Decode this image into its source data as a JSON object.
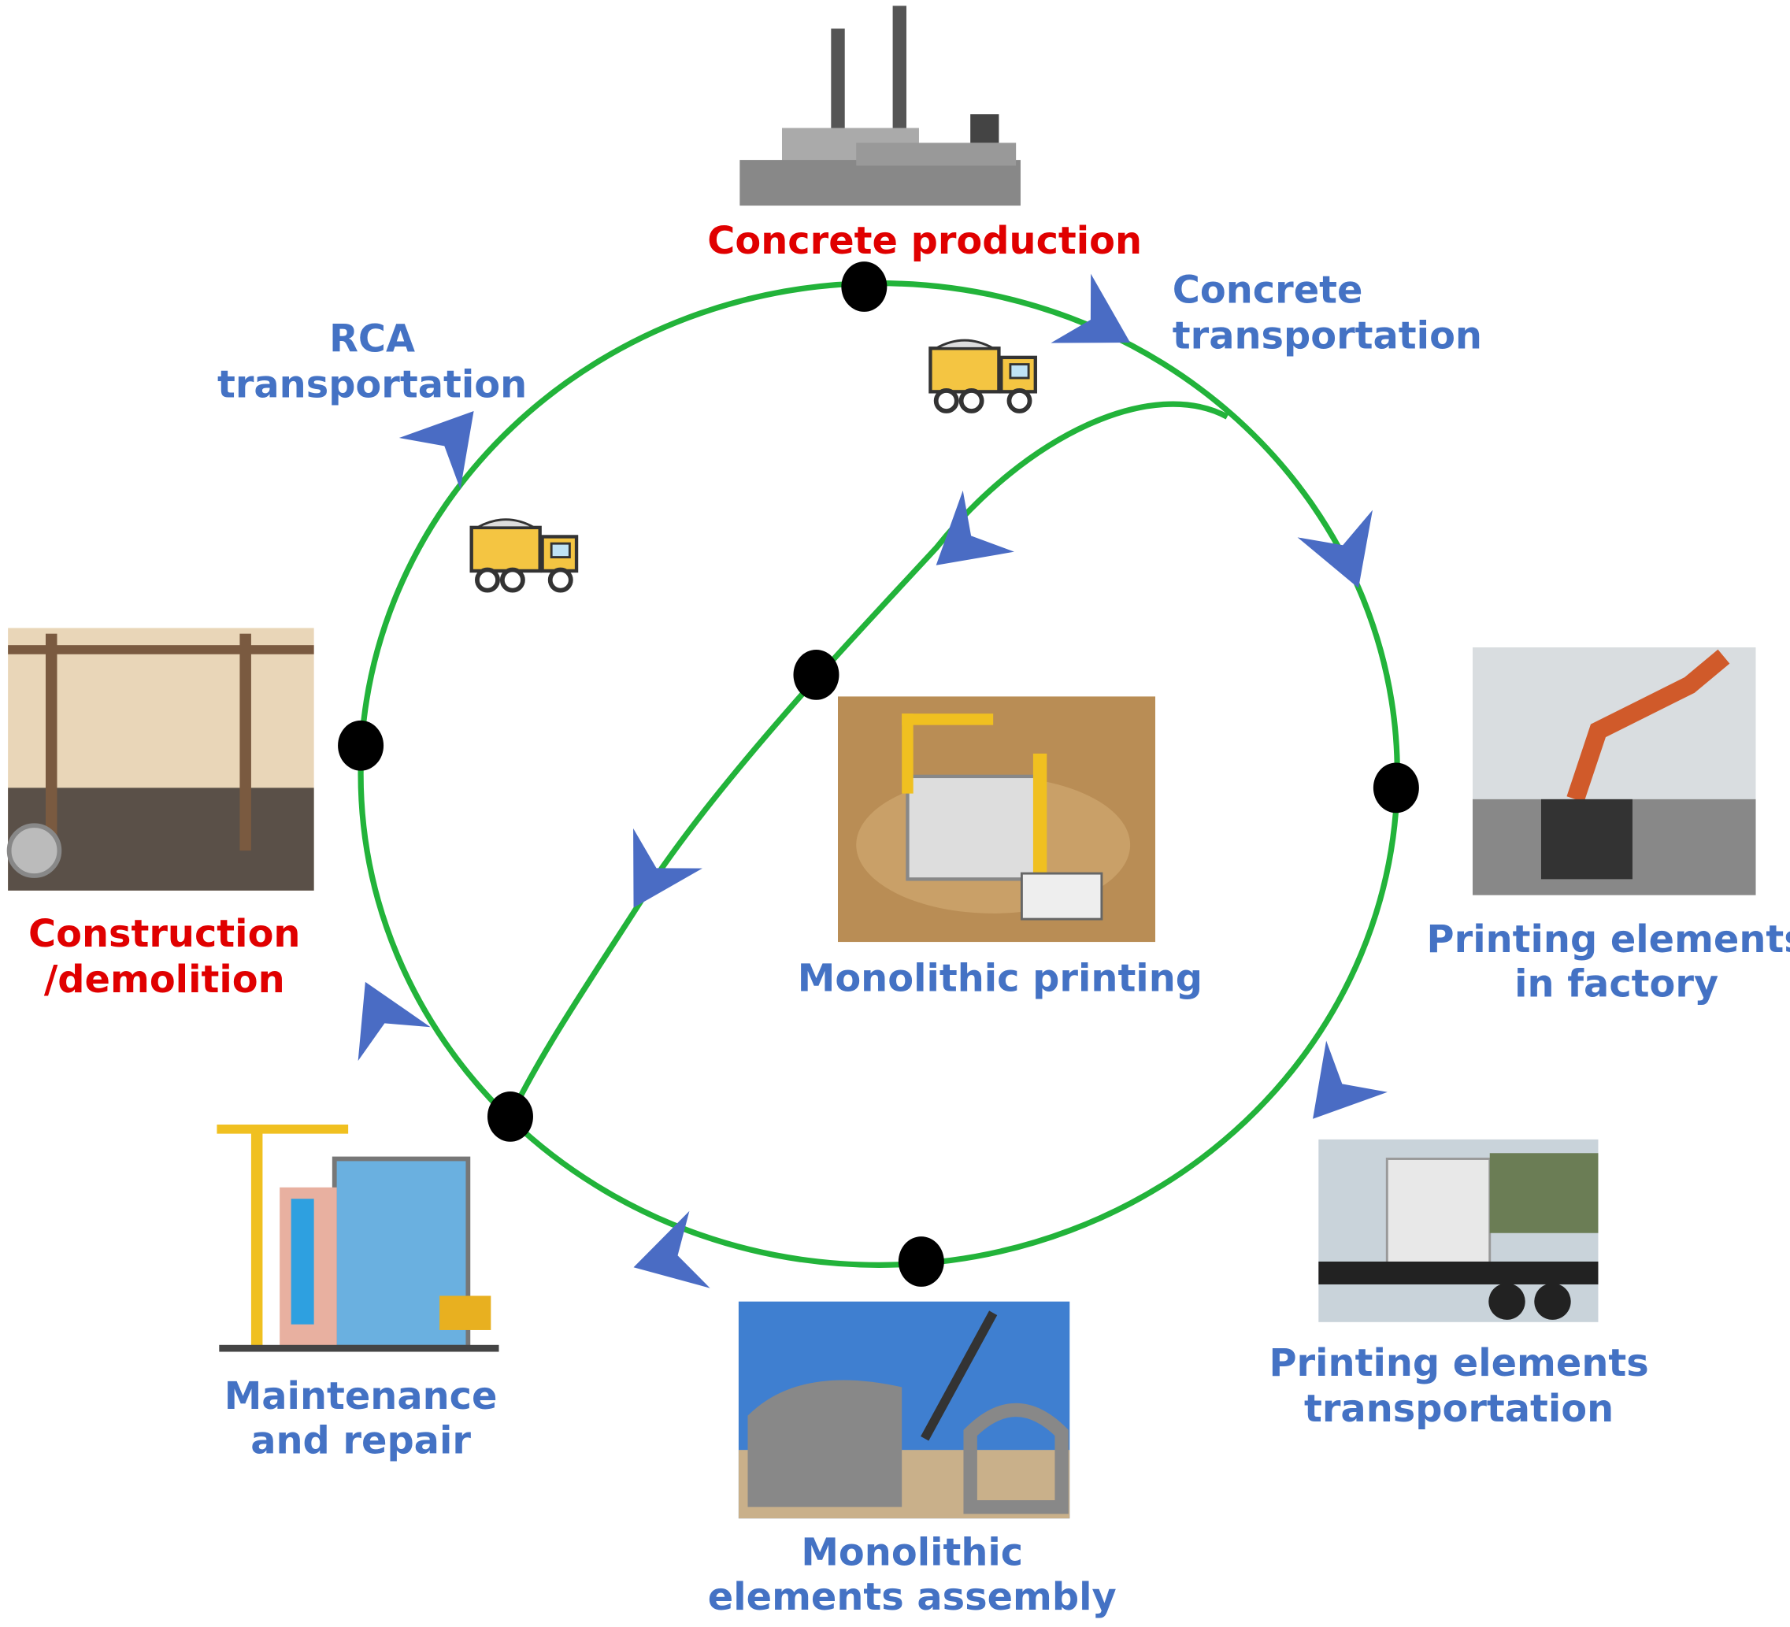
{
  "colors": {
    "loop": "#22b33a",
    "arrow": "#4a6cc4",
    "node": "#000000",
    "label_blue": "#4472c4",
    "label_red": "#e00000"
  },
  "labels": {
    "concrete_production": "Concrete production",
    "concrete_transportation": [
      "Concrete",
      "transportation"
    ],
    "rca_transportation": [
      "RCA",
      "transportation"
    ],
    "construction_demolition": [
      "Construction",
      "/demolition"
    ],
    "monolithic_printing": "Monolithic printing",
    "printing_in_factory": [
      "Printing elements",
      "in factory"
    ],
    "printing_transportation": [
      "Printing elements",
      "transportation"
    ],
    "monolithic_assembly": [
      "Monolithic",
      "elements assembly"
    ],
    "maintenance": [
      "Maintenance",
      "and repair"
    ]
  },
  "icons": [
    "factory-icon",
    "dump-truck-icon",
    "demolition-site-image",
    "3d-printer-image",
    "robot-arm-image",
    "trailer-image",
    "assembly-crane-image",
    "building-crane-image"
  ]
}
